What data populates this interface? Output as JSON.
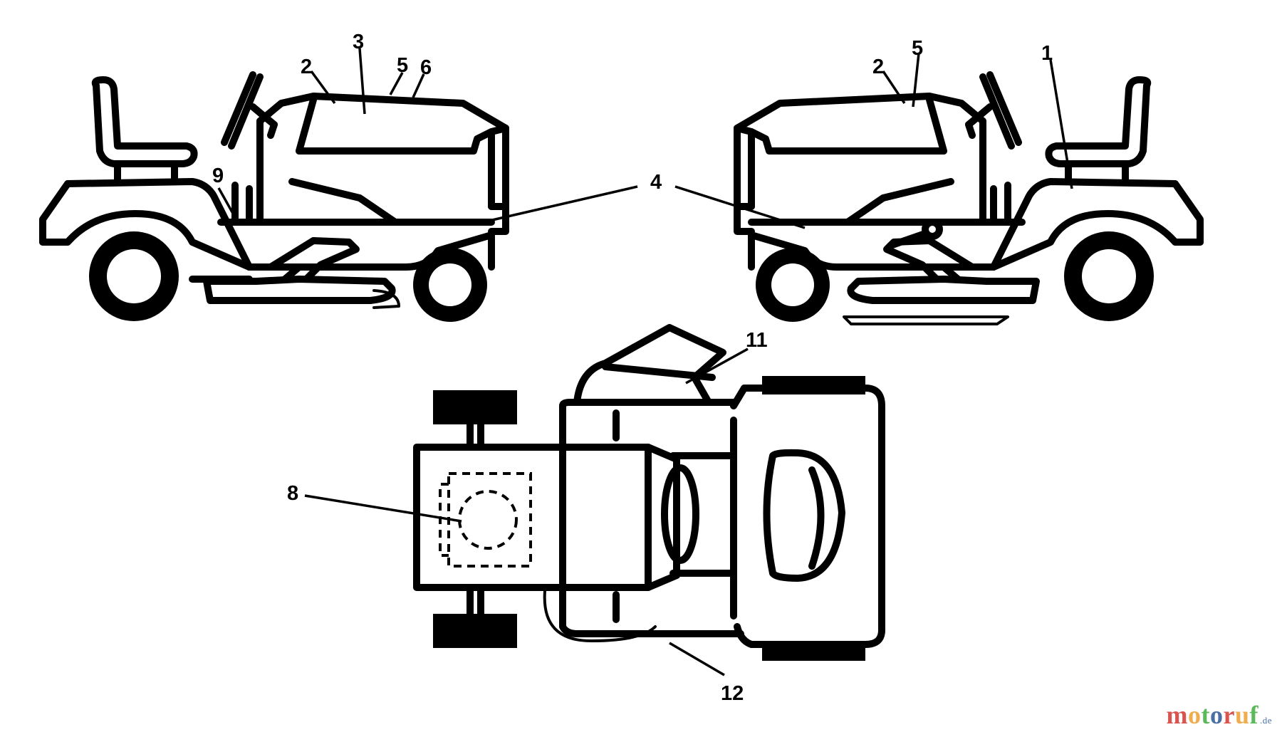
{
  "callouts": {
    "left_view": {
      "c2": "2",
      "c3": "3",
      "c5": "5",
      "c6": "6",
      "c9": "9"
    },
    "right_view": {
      "c1": "1",
      "c2": "2",
      "c5": "5"
    },
    "shared": {
      "c4": "4"
    },
    "top_view": {
      "c8": "8",
      "c11": "11",
      "c12": "12"
    }
  },
  "watermark": {
    "name": "motoruf",
    "tld": ".de",
    "colors": [
      "#d9534f",
      "#f0ad4e",
      "#5cb85c",
      "#4a6fa5"
    ]
  }
}
